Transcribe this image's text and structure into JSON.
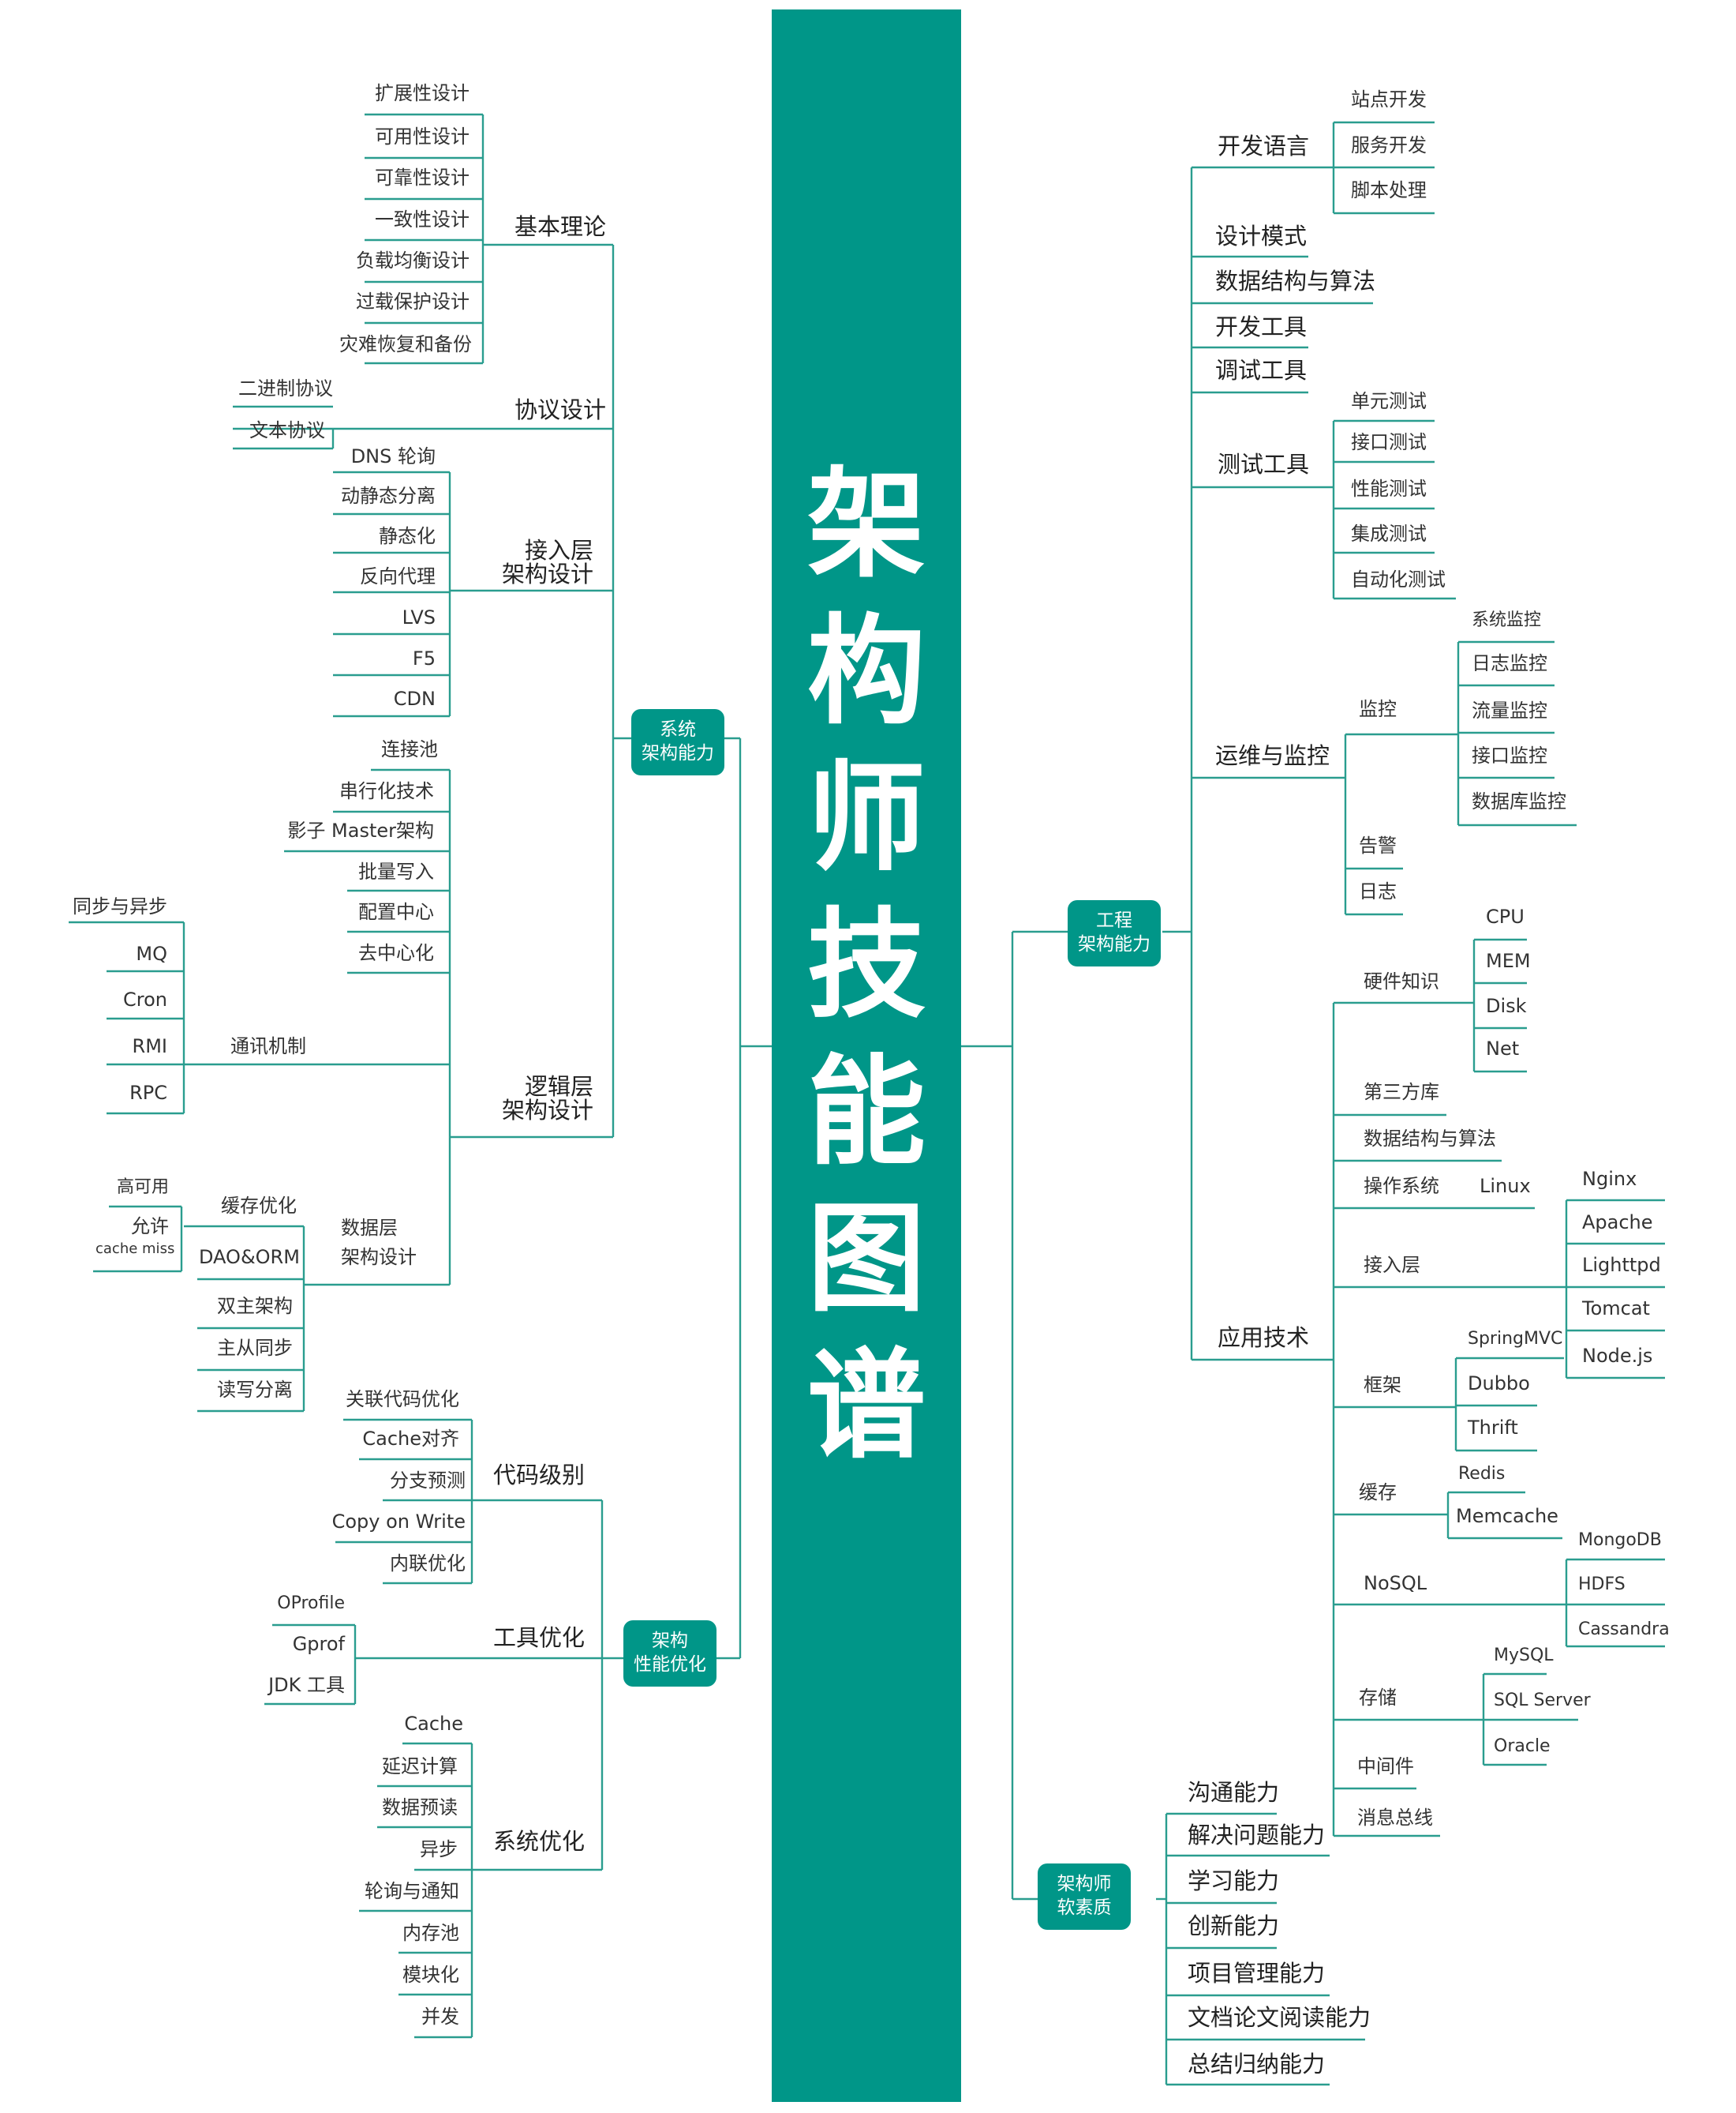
{
  "title": [
    "架",
    "构",
    "师",
    "技",
    "能",
    "图",
    "谱"
  ],
  "cat_system": [
    "系统",
    "架构能力"
  ],
  "cat_perf": [
    "架构",
    "性能优化"
  ],
  "cat_eng": [
    "工程",
    "架构能力"
  ],
  "cat_soft": [
    "架构师",
    "软素质"
  ],
  "basic": {
    "label": "基本理论",
    "items": [
      "扩展性设计",
      "可用性设计",
      "可靠性设计",
      "一致性设计",
      "负载均衡设计",
      "过载保护设计",
      "灾难恢复和备份"
    ]
  },
  "protocol": {
    "label": "协议设计",
    "items": [
      "二进制协议",
      "文本协议"
    ]
  },
  "access": {
    "label": [
      "接入层",
      "架构设计"
    ],
    "items": [
      "DNS 轮询",
      "动静态分离",
      "静态化",
      "反向代理",
      "LVS",
      "F5",
      "CDN"
    ]
  },
  "logic": {
    "label": [
      "逻辑层",
      "架构设计"
    ],
    "items": [
      "连接池",
      "串行化技术",
      "影子 Master架构",
      "批量写入",
      "配置中心",
      "去中心化"
    ],
    "comm": {
      "label": "通讯机制",
      "items": [
        "同步与异步",
        "MQ",
        "Cron",
        "RMI",
        "RPC"
      ]
    }
  },
  "datalayer": {
    "label": [
      "数据层",
      "架构设计"
    ],
    "cache_opt": "缓存优化",
    "cache_sub": {
      "ha": "高可用",
      "allow": "允许",
      "miss": "cache miss"
    },
    "items": [
      "DAO&ORM",
      "双主架构",
      "主从同步",
      "读写分离"
    ]
  },
  "code": {
    "label": "代码级别",
    "items": [
      "关联代码优化",
      "Cache对齐",
      "分支预测",
      "Copy on Write",
      "内联优化"
    ]
  },
  "tools": {
    "label": "工具优化",
    "items": [
      "OProfile",
      "Gprof",
      "JDK 工具"
    ]
  },
  "sysopt": {
    "label": "系统优化",
    "items": [
      "Cache",
      "延迟计算",
      "数据预读",
      "异步",
      "轮询与通知",
      "内存池",
      "模块化",
      "并发"
    ]
  },
  "devlang": {
    "label": "开发语言",
    "items": [
      "站点开发",
      "服务开发",
      "脚本处理"
    ]
  },
  "eng_singles": [
    "设计模式",
    "数据结构与算法",
    "开发工具",
    "调试工具"
  ],
  "testing": {
    "label": "测试工具",
    "items": [
      "单元测试",
      "接口测试",
      "性能测试",
      "集成测试",
      "自动化测试"
    ]
  },
  "ops": {
    "label": "运维与监控",
    "monitor": {
      "label": "监控",
      "items": [
        "系统监控",
        "日志监控",
        "流量监控",
        "接口监控",
        "数据库监控"
      ]
    },
    "others": [
      "告警",
      "日志"
    ]
  },
  "apptech": {
    "label": "应用技术",
    "hardware": {
      "label": "硬件知识",
      "items": [
        "CPU",
        "MEM",
        "Disk",
        "Net"
      ]
    },
    "third": "第三方库",
    "ds": "数据结构与算法",
    "os": {
      "label": "操作系统",
      "item": "Linux"
    },
    "access": {
      "label": "接入层",
      "items": [
        "Nginx",
        "Apache",
        "Lighttpd",
        "Tomcat",
        "Node.js"
      ]
    },
    "framework": {
      "label": "框架",
      "items": [
        "SpringMVC",
        "Dubbo",
        "Thrift"
      ]
    },
    "cache": {
      "label": "缓存",
      "items": [
        "Redis",
        "Memcache"
      ]
    },
    "nosql": {
      "label": "NoSQL",
      "items": [
        "MongoDB",
        "HDFS",
        "Cassandra"
      ]
    },
    "storage": {
      "label": "存储",
      "items": [
        "MySQL",
        "SQL Server",
        "Oracle"
      ]
    },
    "middleware": "中间件",
    "bus": "消息总线"
  },
  "soft": {
    "items": [
      "沟通能力",
      "解决问题能力",
      "学习能力",
      "创新能力",
      "项目管理能力",
      "文档论文阅读能力",
      "总结归纳能力"
    ]
  },
  "colors": {
    "primary": "#009688",
    "line": "#2a9d8f"
  }
}
